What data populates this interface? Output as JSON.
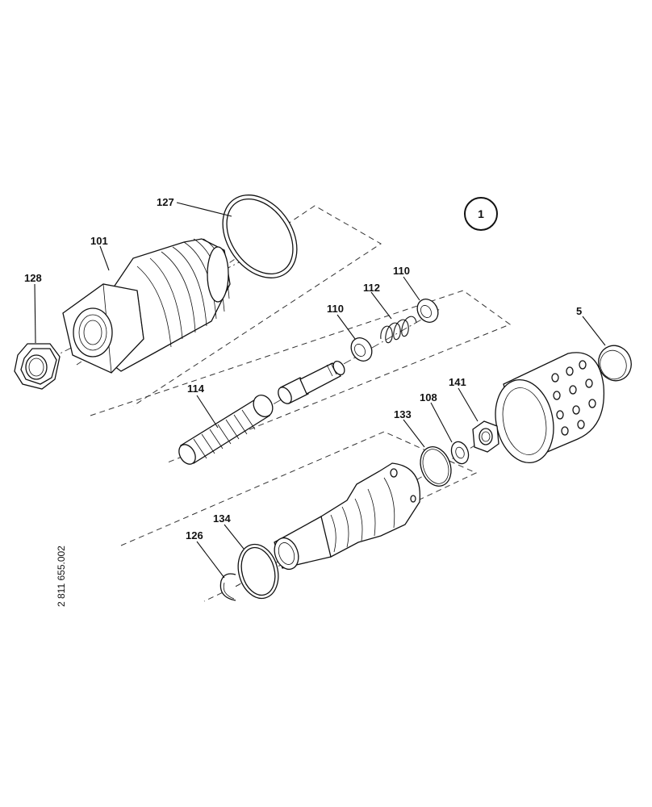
{
  "view_label": "1",
  "drawing_ref": "2 811 655.002",
  "callouts": {
    "p127": "127",
    "p101": "101",
    "p128": "128",
    "p112": "112",
    "p110a": "110",
    "p110b": "110",
    "p5": "5",
    "p114": "114",
    "p141": "141",
    "p108": "108",
    "p133": "133",
    "p134": "134",
    "p126": "126"
  }
}
